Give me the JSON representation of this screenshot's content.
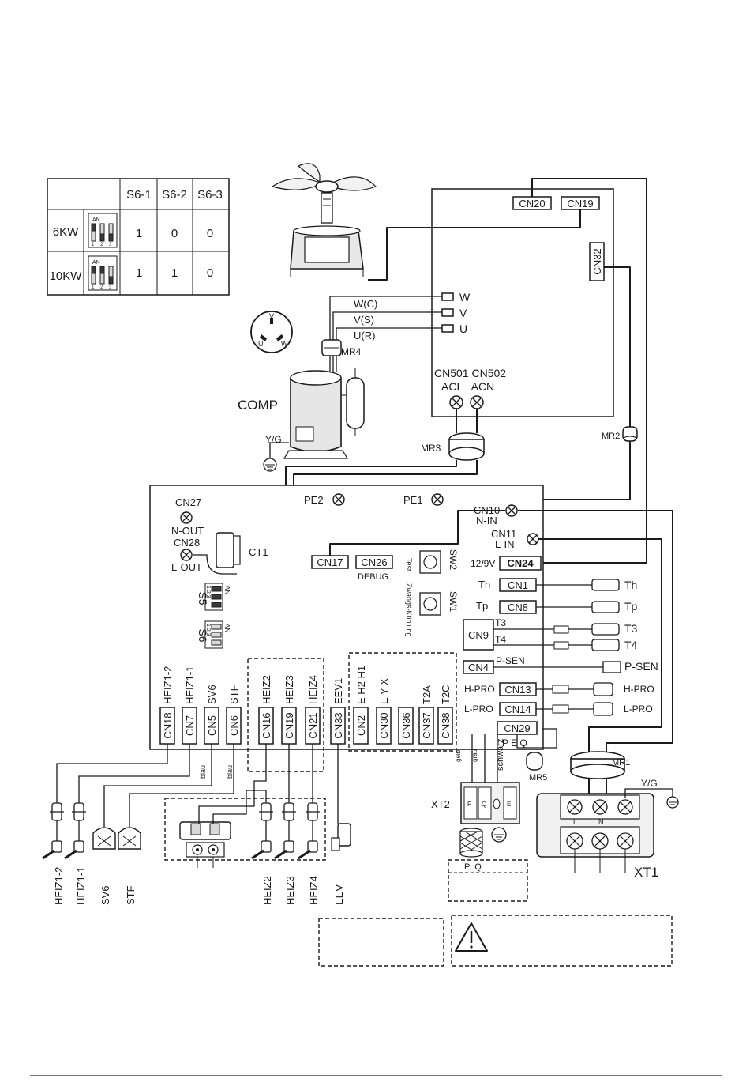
{
  "dip_table": {
    "headers": [
      "S6-1",
      "S6-2",
      "S6-3"
    ],
    "dip_on_label": "AN",
    "dip_numbers": [
      "1",
      "2",
      "3"
    ],
    "rows": [
      {
        "label": "6KW",
        "values": [
          "1",
          "0",
          "0"
        ]
      },
      {
        "label": "10KW",
        "values": [
          "1",
          "1",
          "0"
        ]
      }
    ]
  },
  "inverter_board": {
    "connectors": [
      "CN20",
      "CN19",
      "CN32"
    ],
    "phase_terminals": [
      "W",
      "V",
      "U"
    ],
    "power_labels": [
      "CN501 CN502",
      "ACL   ACN"
    ]
  },
  "compressor": {
    "label": "COMP",
    "phase_wires": [
      "W(C)",
      "V(S)",
      "U(R)"
    ],
    "terminal_letters": [
      "V",
      "U",
      "W"
    ],
    "earth_label": "Y/G"
  },
  "ferrites": [
    "MR4",
    "MR3",
    "MR2",
    "MR5",
    "MR1"
  ],
  "main_board": {
    "top": {
      "cn27": "CN27",
      "n_out": "N-OUT",
      "cn28": "CN28",
      "l_out": "L-OUT",
      "ct1": "CT1",
      "pe2": "PE2",
      "pe1": "PE1",
      "cn17": "CN17",
      "cn26": "CN26",
      "debug": "DEBUG"
    },
    "switches": {
      "sw2": "SW2",
      "sw1": "SW1",
      "test": "Test",
      "zwangs": "Zwangs-Kühlung",
      "s5": "S5",
      "s6": "S6",
      "an": "AN",
      "dip_digits": "1 2 3"
    },
    "right": {
      "cn10": "CN10",
      "n_in": "N-IN",
      "cn11": "CN11",
      "l_in": "L-IN",
      "v12": "12/9V",
      "cn24": "CN24",
      "th": "Th",
      "cn1": "CN1",
      "tp": "Tp",
      "cn8": "CN8",
      "cn9": "CN9",
      "t3": "T3",
      "t4": "T4",
      "cn4": "CN4",
      "psen": "P-SEN",
      "hpro": "H-PRO",
      "cn13": "CN13",
      "lpro": "L-PRO",
      "cn14": "CN14",
      "cn29": "CN29",
      "peq": "P E Q"
    },
    "sensor_labels": {
      "th": "Th",
      "tp": "Tp",
      "t3": "T3",
      "t4": "T4",
      "psen": "P-SEN",
      "hpro": "H-PRO",
      "lpro": "L-PRO"
    },
    "bottom_connectors": [
      {
        "code": "CN18",
        "name": "HEIZ1-2"
      },
      {
        "code": "CN7",
        "name": "HEIZ1-1"
      },
      {
        "code": "CN5",
        "name": "SV6"
      },
      {
        "code": "CN6",
        "name": "STF"
      },
      {
        "code": "CN16",
        "name": "HEIZ2"
      },
      {
        "code": "CN19",
        "name": "HEIZ3"
      },
      {
        "code": "CN21",
        "name": "HEIZ4"
      },
      {
        "code": "CN33",
        "name": "EEV1"
      },
      {
        "code": "CN2",
        "name": "E H2  H1"
      },
      {
        "code": "CN30",
        "name": "E  Y  X"
      },
      {
        "code": "CN36",
        "name": ""
      },
      {
        "code": "CN37",
        "name": "T2A"
      },
      {
        "code": "CN38",
        "name": "T2C"
      }
    ]
  },
  "wire_colors": [
    "blau",
    "blau",
    "gelb",
    "grau",
    "schwarz"
  ],
  "xt2": {
    "label": "XT2",
    "letters": "P  Q",
    "slots": [
      "P",
      "Q",
      "E"
    ]
  },
  "xt1": {
    "label": "XT1",
    "earth": "Y/G",
    "slots": [
      "L",
      "N"
    ]
  },
  "bottom_components": [
    "HEIZ1-2",
    "HEIZ1-1",
    "SV6",
    "STF",
    "HEIZ2",
    "HEIZ3",
    "HEIZ4",
    "EEV"
  ],
  "notes": {
    "warning_icon": "warning-triangle-icon"
  }
}
